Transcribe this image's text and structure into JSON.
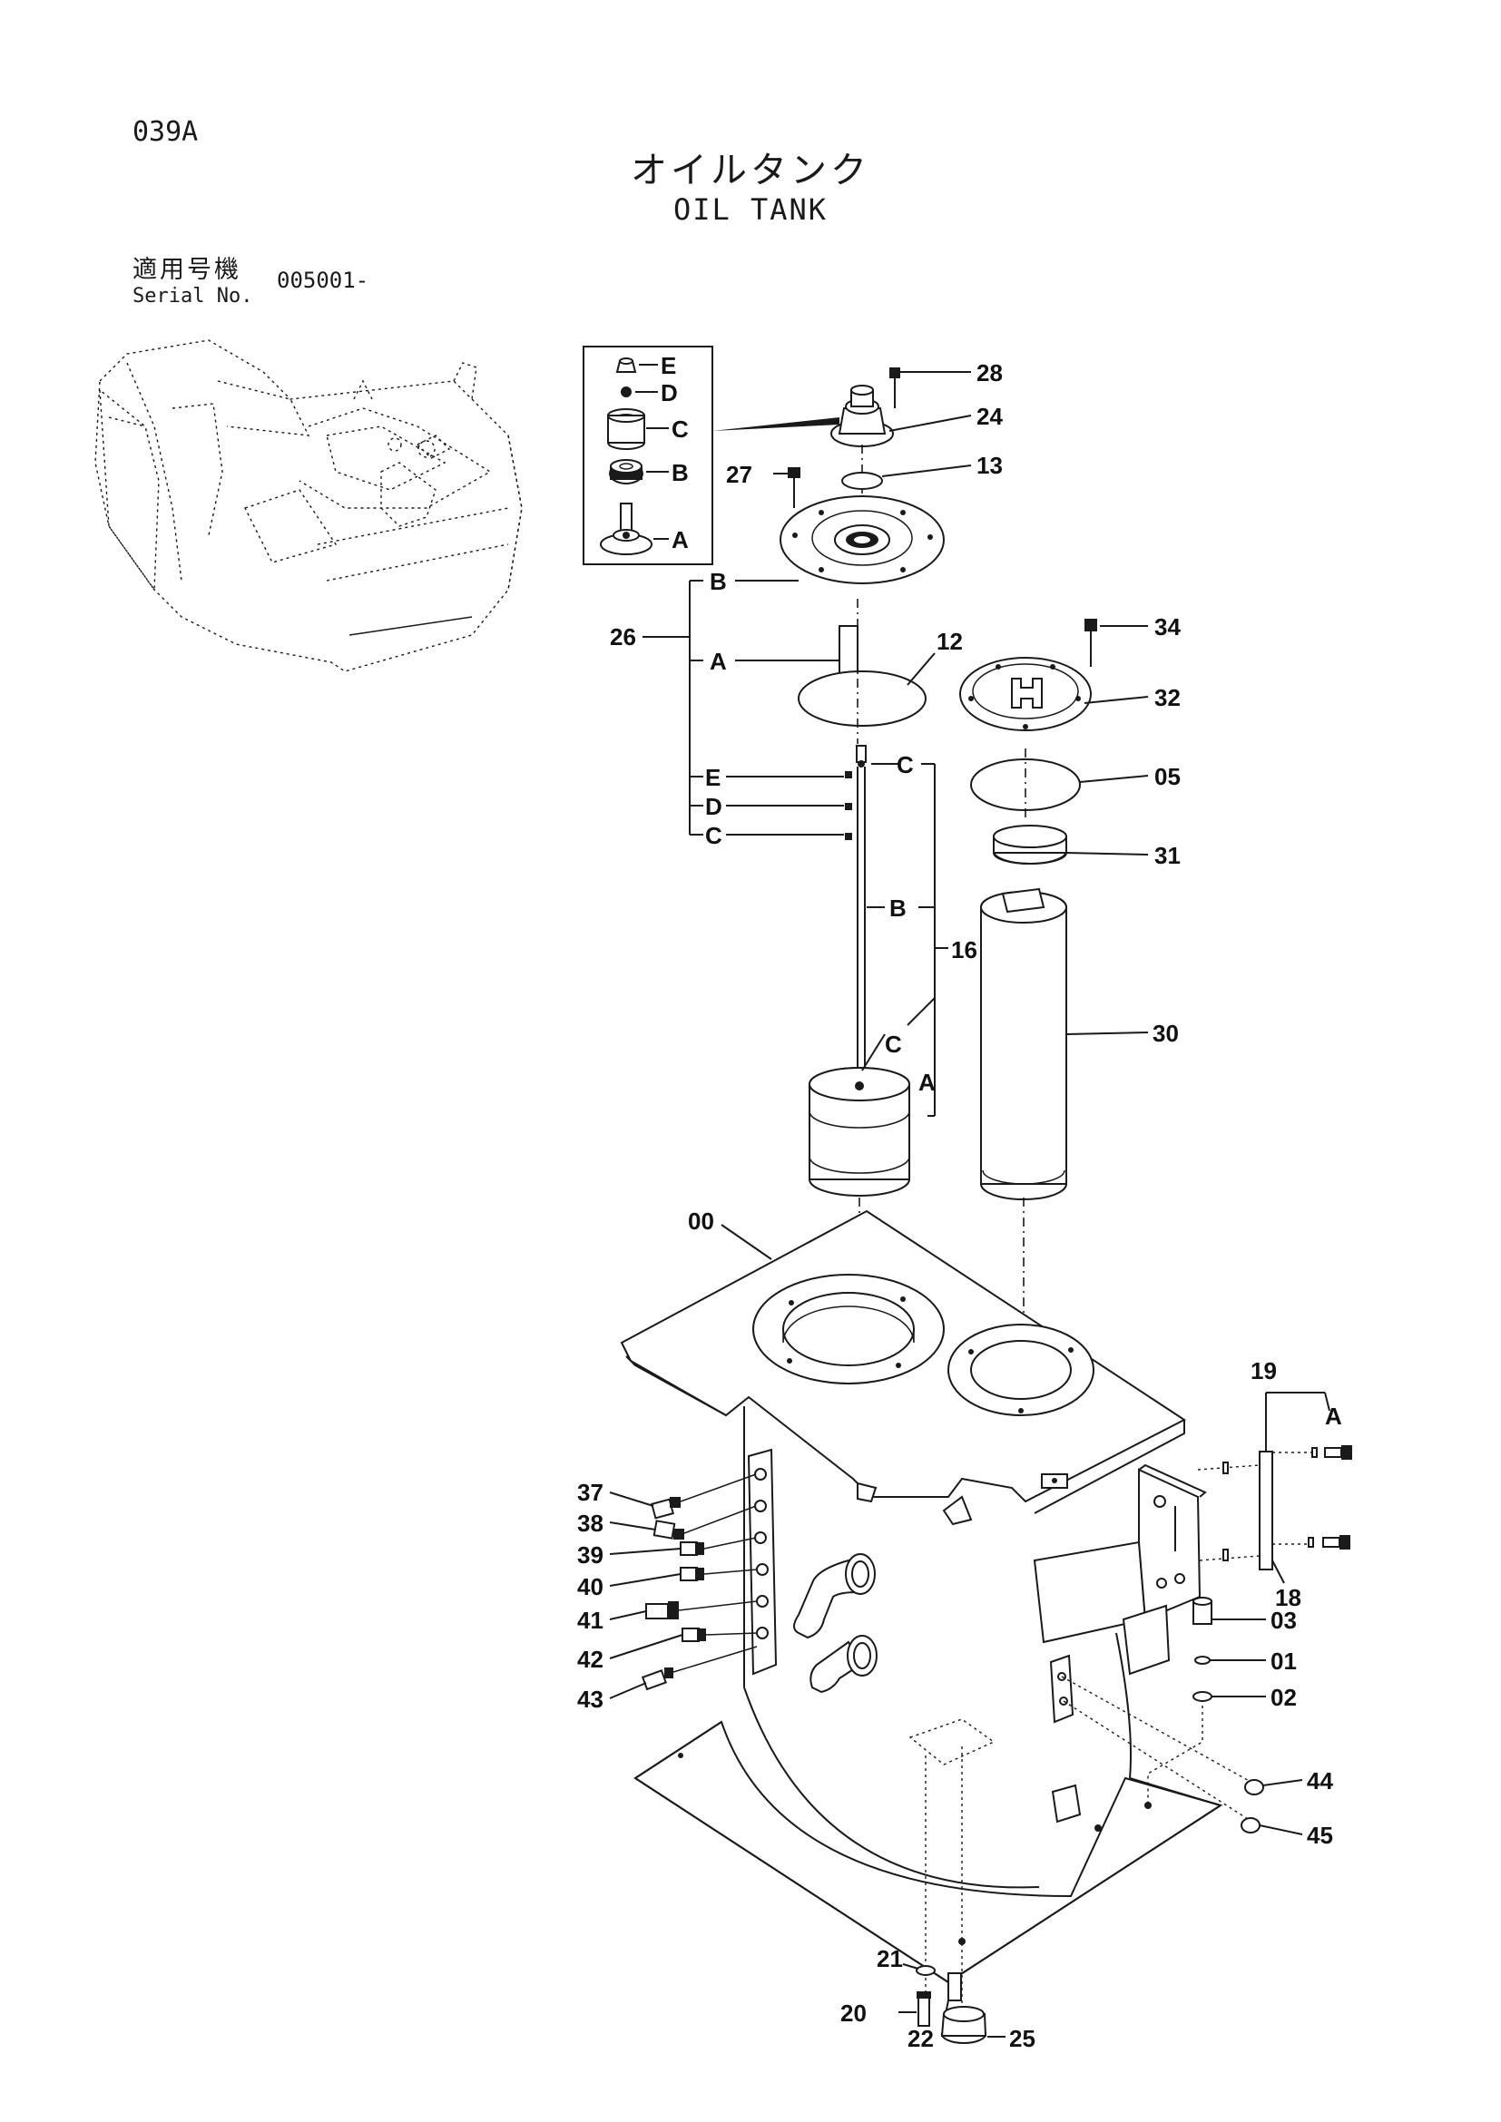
{
  "header": {
    "page_code": "039A",
    "title_jp": "オイルタンク",
    "title_en": "OIL TANK",
    "serial_label_jp": "適用号機",
    "serial_label_en": "Serial No.",
    "serial_value": "005001-"
  },
  "callouts": {
    "c28": "28",
    "c24": "24",
    "c13": "13",
    "c27": "27",
    "c12": "12",
    "c26": "26",
    "c34": "34",
    "c32": "32",
    "c05": "05",
    "c31": "31",
    "c16": "16",
    "c30": "30",
    "c00": "00",
    "c19": "19",
    "c18": "18",
    "c03": "03",
    "c01": "01",
    "c02": "02",
    "c37": "37",
    "c38": "38",
    "c39": "39",
    "c40": "40",
    "c41": "41",
    "c42": "42",
    "c43": "43",
    "c44": "44",
    "c45": "45",
    "c21": "21",
    "c20": "20",
    "c22": "22",
    "c25": "25"
  },
  "letters": {
    "A": "A",
    "B": "B",
    "C": "C",
    "D": "D",
    "E": "E"
  },
  "icons": {
    "machine": "excavator-overview-icon"
  }
}
